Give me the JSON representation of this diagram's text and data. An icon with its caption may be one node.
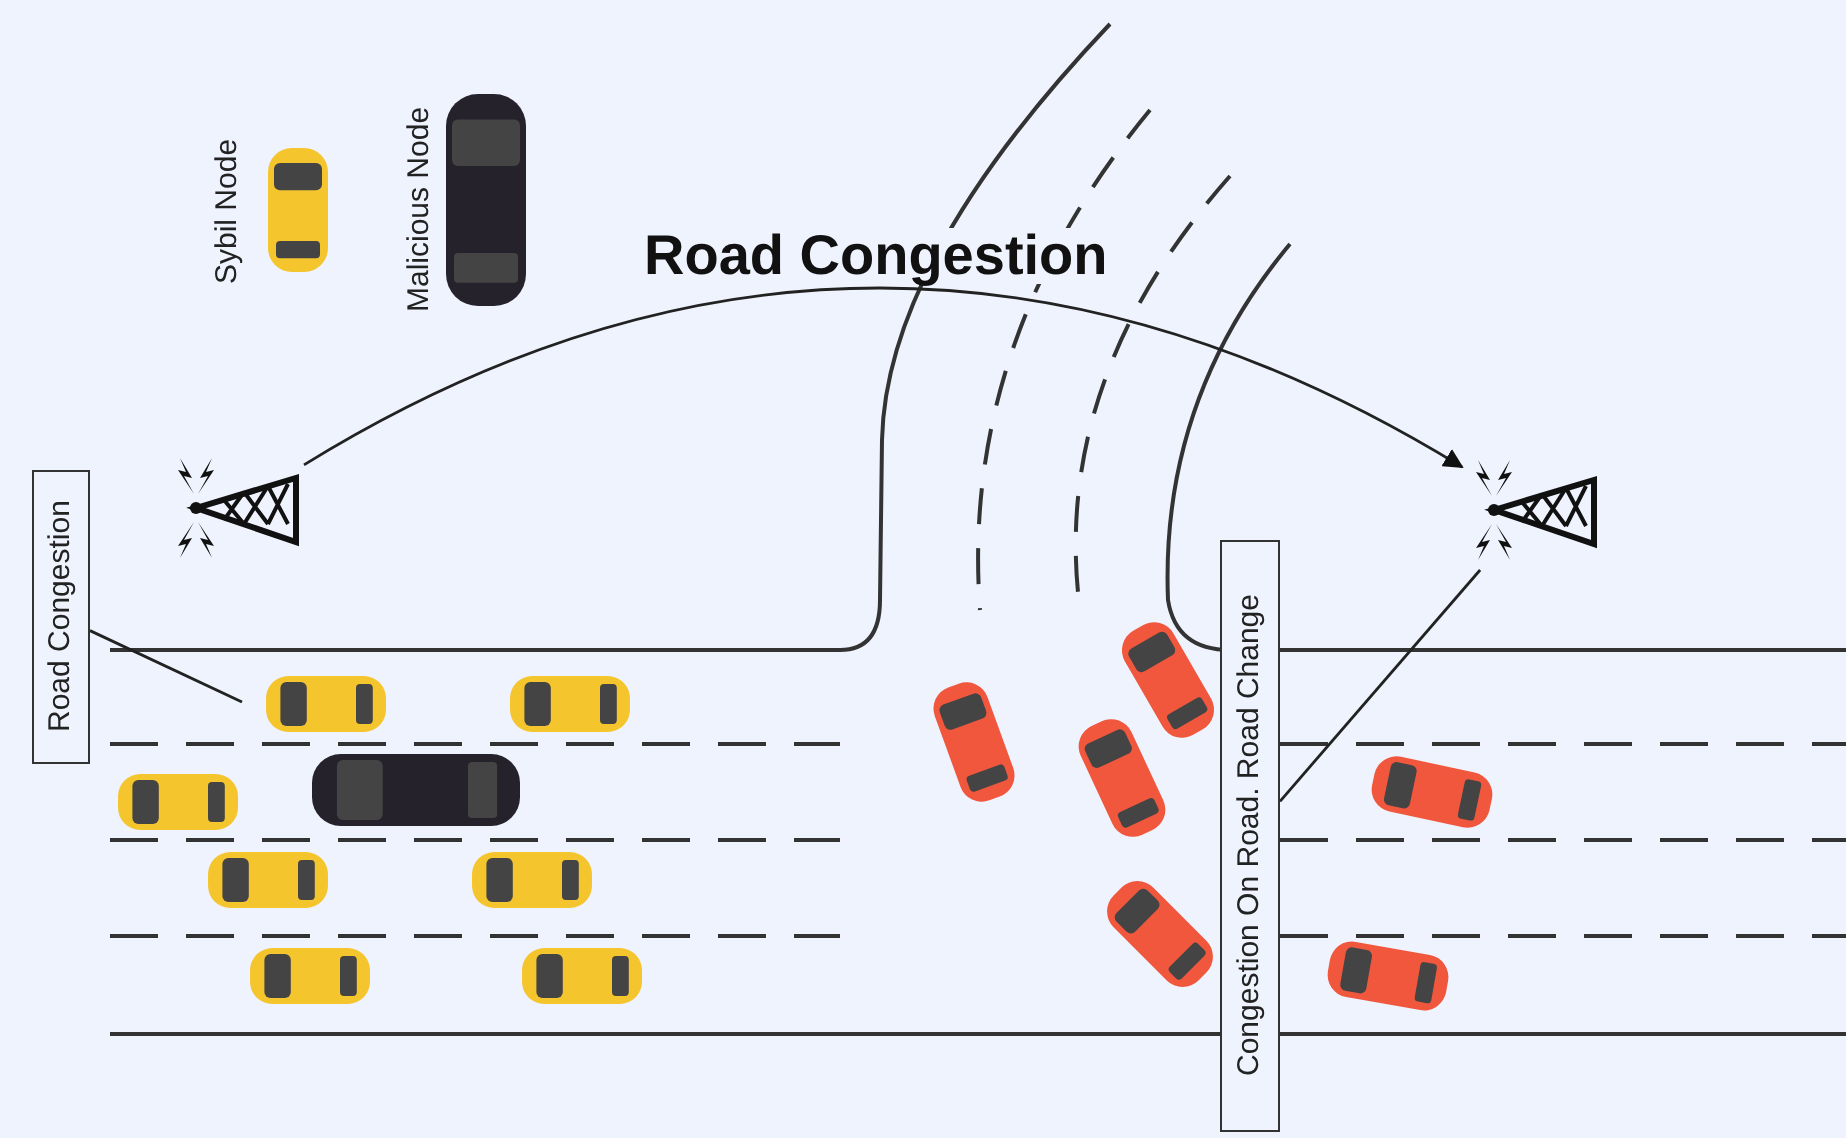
{
  "diagram": {
    "nodes": [
      {
        "text": [],
        "shape": "picture"
      },
      {
        "text": [],
        "shape": "picture"
      },
      {
        "text": [
          "Road Congestion"
        ]
      },
      {
        "text": [
          "Congestion On Road. Road Change"
        ]
      }
    ],
    "edges": [
      {
        "from": 0,
        "to": 1,
        "arrow": "to",
        "label": "Road Congestion"
      },
      {
        "from": 2,
        "to": null,
        "arrow": "none"
      },
      {
        "from": 3,
        "to": 1,
        "arrow": "none"
      }
    ],
    "legend": [
      {
        "text": "Sybil Node"
      },
      {
        "text": "Malicious Node"
      }
    ]
  }
}
